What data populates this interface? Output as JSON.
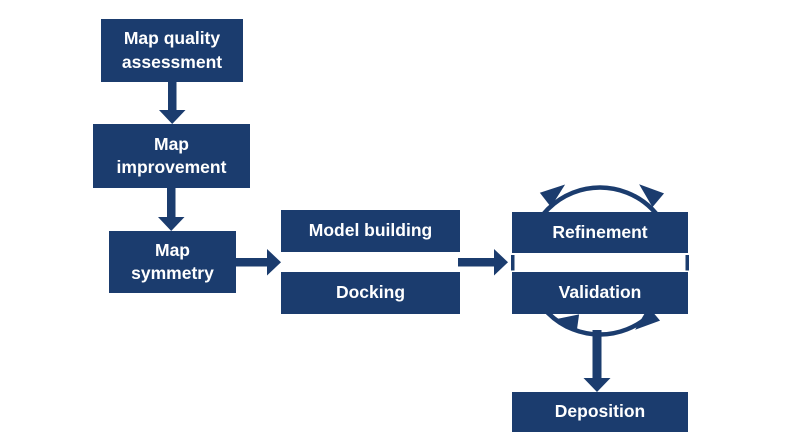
{
  "diagram": {
    "description": "Cryo-EM map-to-model workflow flowchart",
    "colors": {
      "node_fill": "#1b3c6e",
      "node_text": "#ffffff",
      "arrow": "#1b3c6e",
      "background": "#ffffff"
    },
    "nodes": [
      {
        "id": "map-quality-assessment",
        "label": "Map quality assessment"
      },
      {
        "id": "map-improvement",
        "label": "Map improvement"
      },
      {
        "id": "map-symmetry",
        "label": "Map symmetry"
      },
      {
        "id": "model-building",
        "label": "Model building"
      },
      {
        "id": "docking",
        "label": "Docking"
      },
      {
        "id": "refinement",
        "label": "Refinement"
      },
      {
        "id": "validation",
        "label": "Validation"
      },
      {
        "id": "deposition",
        "label": "Deposition"
      }
    ],
    "edges": [
      {
        "from": "Map quality assessment",
        "to": "Map improvement",
        "style": "straight-arrow-down"
      },
      {
        "from": "Map improvement",
        "to": "Map symmetry",
        "style": "straight-arrow-down"
      },
      {
        "from": "Map symmetry",
        "to": "Model building / Docking",
        "style": "straight-arrow-right"
      },
      {
        "from": "Model building / Docking",
        "to": "Refinement / Validation",
        "style": "straight-arrow-right"
      },
      {
        "from": "Refinement",
        "to": "Validation",
        "style": "circular-iteration-cycle"
      },
      {
        "from": "Refinement / Validation",
        "to": "Deposition",
        "style": "straight-arrow-down"
      }
    ]
  }
}
